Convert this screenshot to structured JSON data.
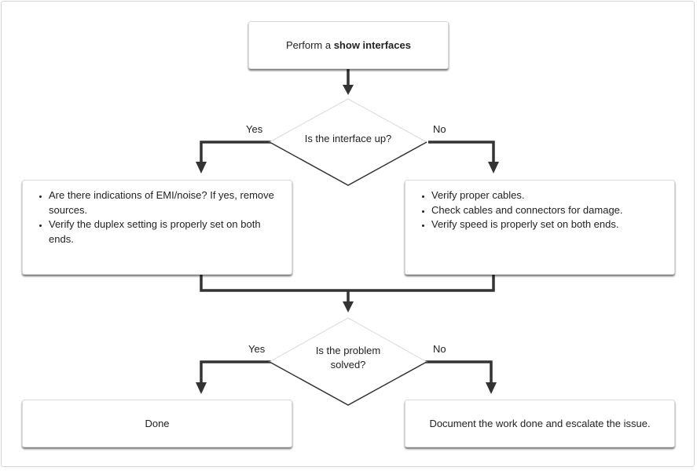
{
  "start": {
    "prefix": "Perform a ",
    "command": "show interfaces"
  },
  "decision1": {
    "question": "Is the interface up?",
    "yes_label": "Yes",
    "no_label": "No"
  },
  "yes_box1": {
    "items": [
      "Are there indications of EMI/noise? If yes, remove sources.",
      "Verify the duplex setting is properly set on both ends."
    ]
  },
  "no_box1": {
    "items": [
      "Verify proper cables.",
      "Check cables and connectors for damage.",
      "Verify speed is properly set on both ends."
    ]
  },
  "decision2": {
    "question_line1": "Is the problem",
    "question_line2": "solved?",
    "yes_label": "Yes",
    "no_label": "No"
  },
  "end_yes": {
    "text": "Done"
  },
  "end_no": {
    "text": "Document the work done and escalate the issue."
  },
  "colors": {
    "line": "#333333",
    "border": "#d9d9d9"
  }
}
